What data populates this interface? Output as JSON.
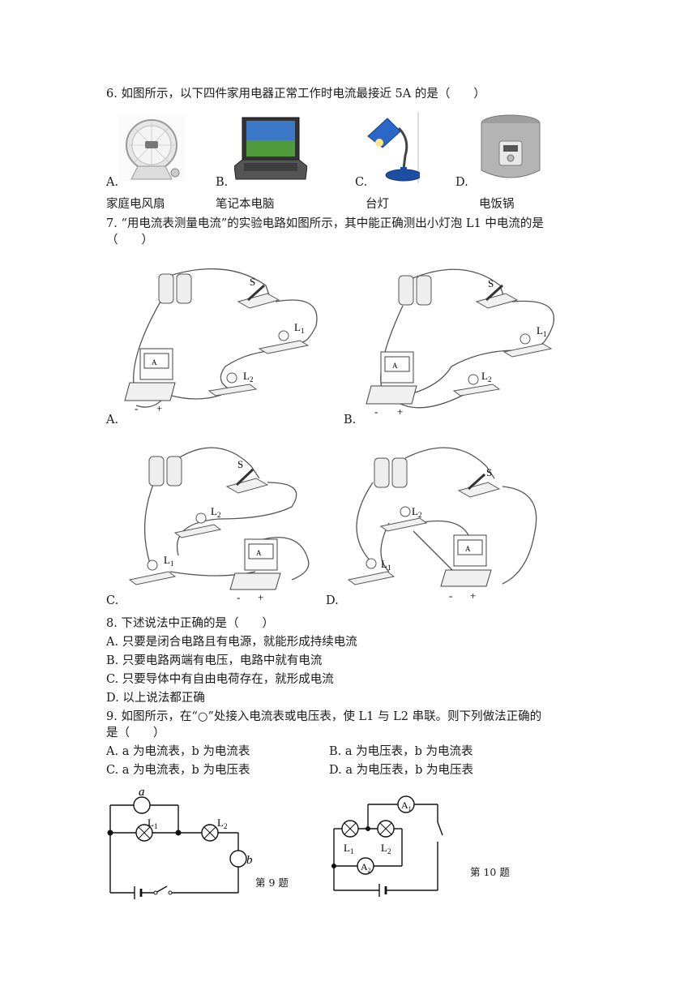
{
  "q6": {
    "stem": "6. 如图所示，以下四件家用电器正常工作时电流最接近 5A 的是（　　）",
    "options": [
      {
        "letter": "A.",
        "caption": "家庭电风扇"
      },
      {
        "letter": "B.",
        "caption": "笔记本电脑"
      },
      {
        "letter": "C.",
        "caption": "台灯"
      },
      {
        "letter": "D.",
        "caption": "电饭锅"
      }
    ]
  },
  "q7": {
    "stem_line1": "7. “用电流表测量电流”的实验电路如图所示，其中能正确测出小灯泡 L1 中电流的是",
    "stem_line2": "（　　）",
    "options": [
      "A.",
      "B.",
      "C.",
      "D."
    ],
    "labels": {
      "switch": "S",
      "lamp1": "L",
      "lamp2": "L",
      "sub1": "1",
      "sub2": "2",
      "ammeter": "A",
      "minus": "-",
      "plus": "+"
    }
  },
  "q8": {
    "stem": "8. 下述说法中正确的是（　　）",
    "options": [
      "A. 只要是闭合电路且有电源，就能形成持续电流",
      "B. 只要电路两端有电压，电路中就有电流",
      "C. 只要导体中有自由电荷存在，就形成电流",
      "D. 以上说法都正确"
    ]
  },
  "q9": {
    "stem_line1": "9. 如图所示，在“○”处接入电流表或电压表，使 L1 与 L2 串联。则下列做法正确的",
    "stem_line2": "是（　　）",
    "options": [
      "A. a 为电流表，b 为电流表",
      "B. a 为电压表，b 为电流表",
      "C. a 为电流表，b 为电压表",
      "D. a 为电压表，b 为电压表"
    ],
    "fig_labels": {
      "a": "a",
      "b": "b",
      "L": "L",
      "sub1": "1",
      "sub2": "2"
    },
    "caption": "第 9 题"
  },
  "q10": {
    "fig_labels": {
      "A": "A",
      "sub1": "1",
      "sub2": "2",
      "L": "L"
    },
    "caption": "第 10 题"
  }
}
